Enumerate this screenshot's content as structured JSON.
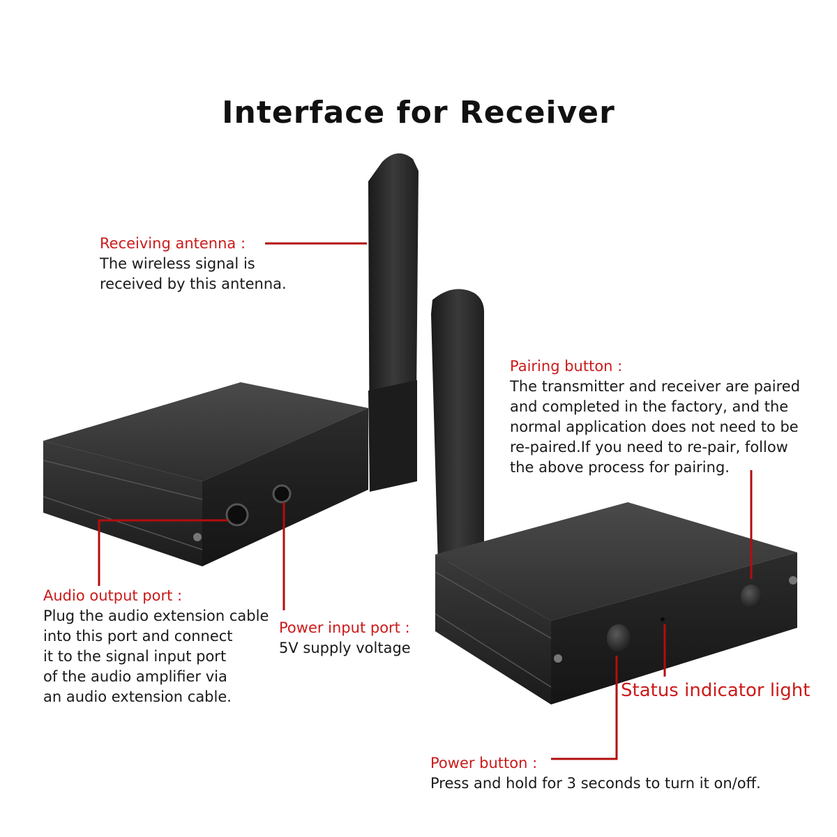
{
  "title": "Interface for Receiver",
  "callouts": {
    "antenna": {
      "heading": "Receiving antenna :",
      "body": "The wireless signal is\nreceived by this antenna."
    },
    "pairing": {
      "heading": "Pairing button :",
      "body": "The transmitter and receiver are paired\nand completed in the factory, and the\nnormal application does not need to be\nre-paired.If you need to re-pair, follow\nthe above process for pairing."
    },
    "audio_output": {
      "heading": "Audio output port :",
      "body": "Plug the audio extension cable\ninto this port and connect\nit to the signal input port\nof the audio amplifier via\nan audio extension cable."
    },
    "power_input": {
      "heading": "Power input port :",
      "body": "5V supply voltage"
    },
    "status_light": {
      "heading": "Status indicator light"
    },
    "power_button": {
      "heading": "Power button :",
      "body": "Press and hold for 3 seconds to turn it on/off."
    }
  },
  "colors": {
    "accent": "#cc1a1a",
    "device": "#2b2b2b",
    "text": "#1a1a1a"
  }
}
